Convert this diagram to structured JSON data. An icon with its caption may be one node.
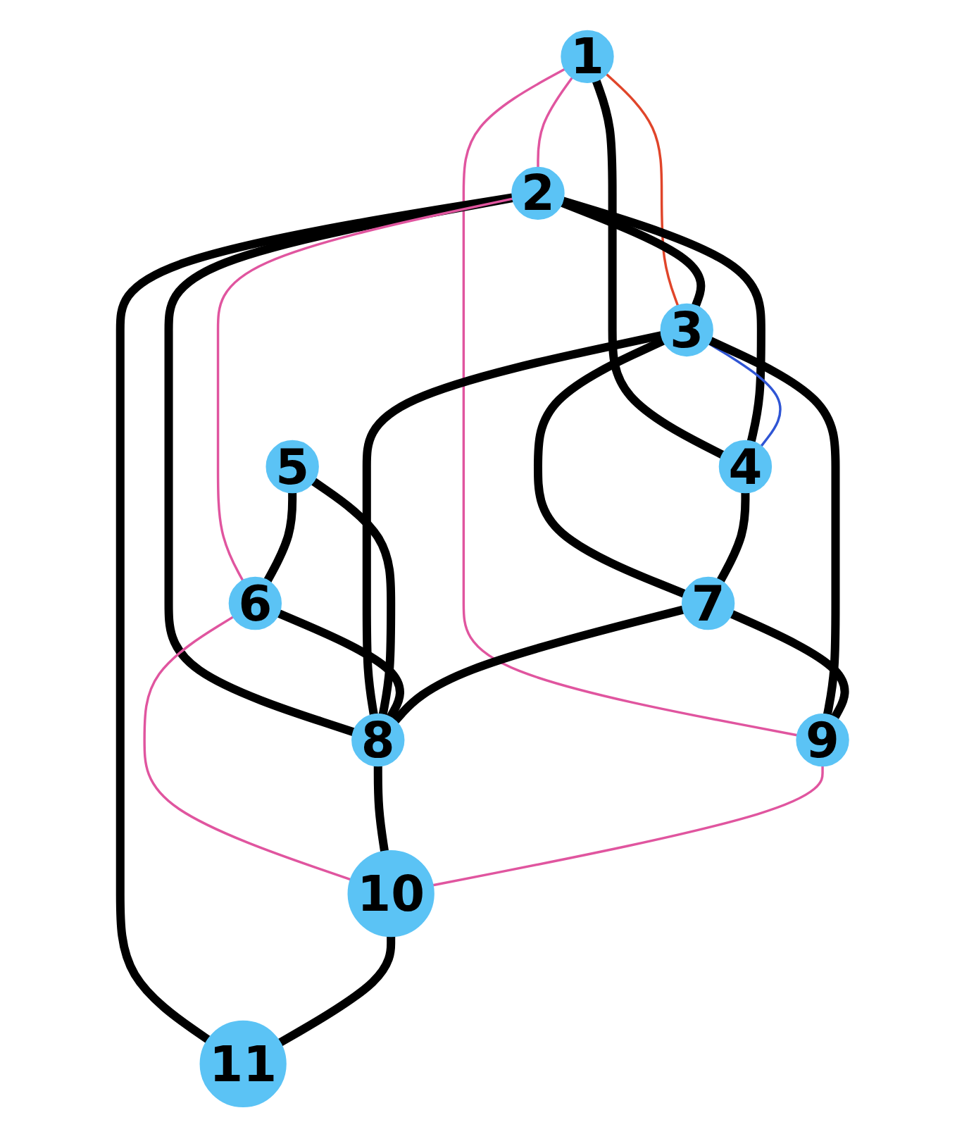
{
  "diagram": {
    "nodes": [
      {
        "text": [
          "1"
        ]
      },
      {
        "text": [
          "2"
        ]
      },
      {
        "text": [
          "3"
        ]
      },
      {
        "text": [
          "4"
        ]
      },
      {
        "text": [
          "5"
        ]
      },
      {
        "text": [
          "6"
        ]
      },
      {
        "text": [
          "7"
        ]
      },
      {
        "text": [
          "8"
        ]
      },
      {
        "text": [
          "9"
        ]
      },
      {
        "text": [
          "10"
        ]
      },
      {
        "text": [
          "11"
        ]
      }
    ],
    "edges": [
      {
        "from": 0,
        "to": 1,
        "arrow": "none",
        "color": "#e0559f"
      },
      {
        "from": 0,
        "to": 2,
        "arrow": "none",
        "color": "#e0452a"
      },
      {
        "from": 0,
        "to": 3,
        "arrow": "none"
      },
      {
        "from": 0,
        "to": 8,
        "arrow": "none",
        "color": "#e0559f"
      },
      {
        "from": 1,
        "to": 2,
        "arrow": "none"
      },
      {
        "from": 1,
        "to": 3,
        "arrow": "none"
      },
      {
        "from": 1,
        "to": 10,
        "arrow": "none"
      },
      {
        "from": 1,
        "to": 7,
        "arrow": "none"
      },
      {
        "from": 1,
        "to": 5,
        "arrow": "none",
        "color": "#e0559f"
      },
      {
        "from": 2,
        "to": 3,
        "arrow": "none",
        "color": "#2f55d4"
      },
      {
        "from": 2,
        "to": 7,
        "arrow": "none"
      },
      {
        "from": 2,
        "to": 6,
        "arrow": "none"
      },
      {
        "from": 2,
        "to": 8,
        "arrow": "none"
      },
      {
        "from": 3,
        "to": 6,
        "arrow": "none"
      },
      {
        "from": 4,
        "to": 5,
        "arrow": "none"
      },
      {
        "from": 4,
        "to": 7,
        "arrow": "none"
      },
      {
        "from": 5,
        "to": 7,
        "arrow": "none"
      },
      {
        "from": 5,
        "to": 9,
        "arrow": "none",
        "color": "#e0559f"
      },
      {
        "from": 6,
        "to": 7,
        "arrow": "none"
      },
      {
        "from": 6,
        "to": 8,
        "arrow": "none"
      },
      {
        "from": 7,
        "to": 9,
        "arrow": "none"
      },
      {
        "from": 8,
        "to": 9,
        "arrow": "none",
        "color": "#e0559f"
      },
      {
        "from": 9,
        "to": 10,
        "arrow": "none"
      }
    ]
  }
}
